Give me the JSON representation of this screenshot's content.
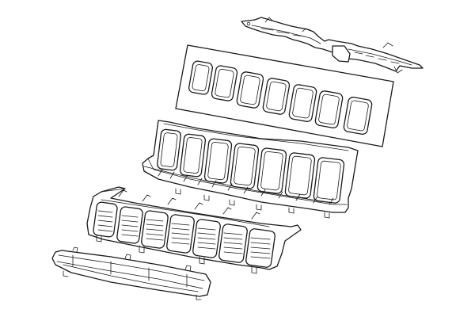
{
  "diagram": {
    "type": "exploded-parts-diagram",
    "background": "#ffffff",
    "line_color": "#1a1a1a",
    "parts": [
      {
        "id": "upper-bracket",
        "label": "Upper grille support bracket"
      },
      {
        "id": "grille-ring-kit",
        "label": "Grille ring insert set (7 rings, boxed)",
        "ring_count": 7
      },
      {
        "id": "grille-shell",
        "label": "Grille shell with 7 openings",
        "opening_count": 7
      },
      {
        "id": "grille-mesh-insert",
        "label": "Mesh grille insert (7 slots)",
        "slot_count": 7
      },
      {
        "id": "lower-trim",
        "label": "Lower grille trim strip"
      }
    ]
  }
}
